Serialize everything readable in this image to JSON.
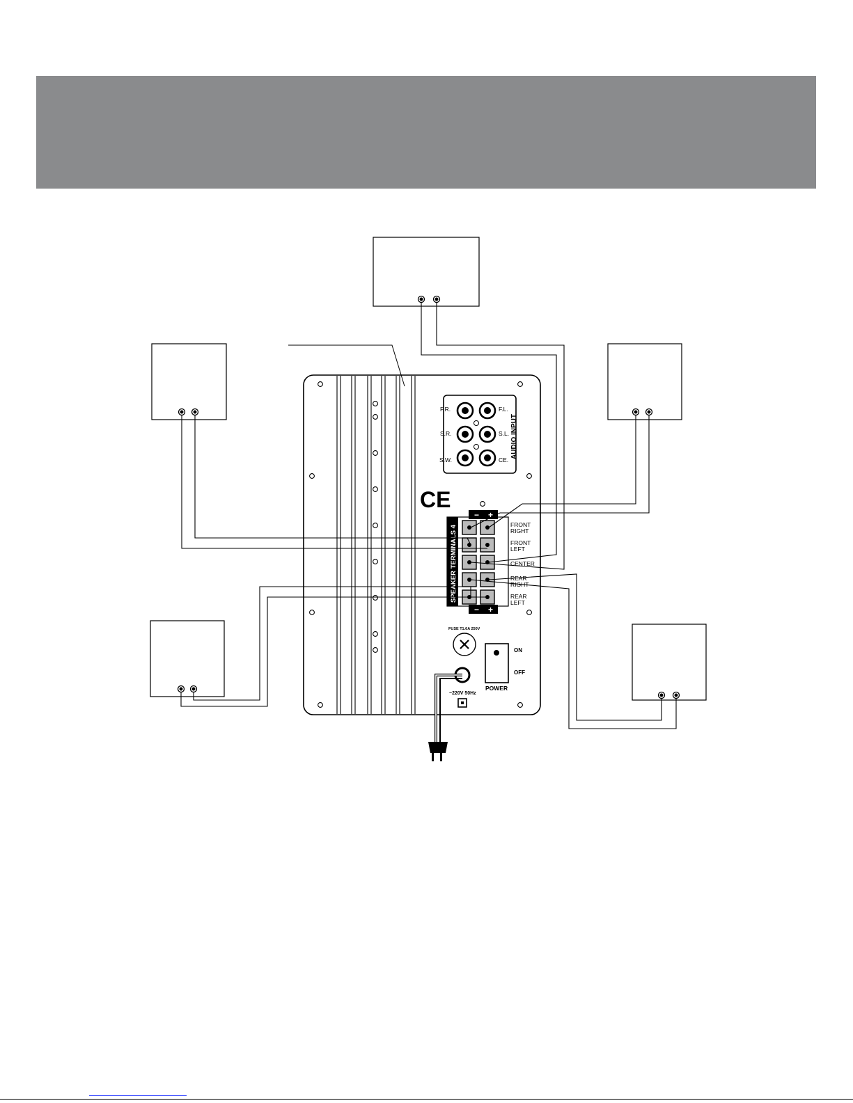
{
  "audio_input": {
    "title": "AUDIO INPUT",
    "jacks": [
      "F.R.",
      "F.L.",
      "S.R.",
      "S.L.",
      "S.W.",
      "CE."
    ]
  },
  "ce_mark": "CE",
  "speaker_terminals": {
    "title": "SPEAKER TERMINALS 4",
    "minus": "−",
    "plus": "+",
    "channels": [
      {
        "line1": "FRONT",
        "line2": "RIGHT"
      },
      {
        "line1": "FRONT",
        "line2": "LEFT"
      },
      {
        "line1": "CENTER",
        "line2": ""
      },
      {
        "line1": "REAR",
        "line2": "RIGHT"
      },
      {
        "line1": "REAR",
        "line2": "LEFT"
      }
    ]
  },
  "fuse": {
    "label": "FUSE T1.6A 250V"
  },
  "power": {
    "label": "POWER",
    "on": "ON",
    "off": "OFF"
  },
  "mains": {
    "label": "~220V 50Hz"
  }
}
